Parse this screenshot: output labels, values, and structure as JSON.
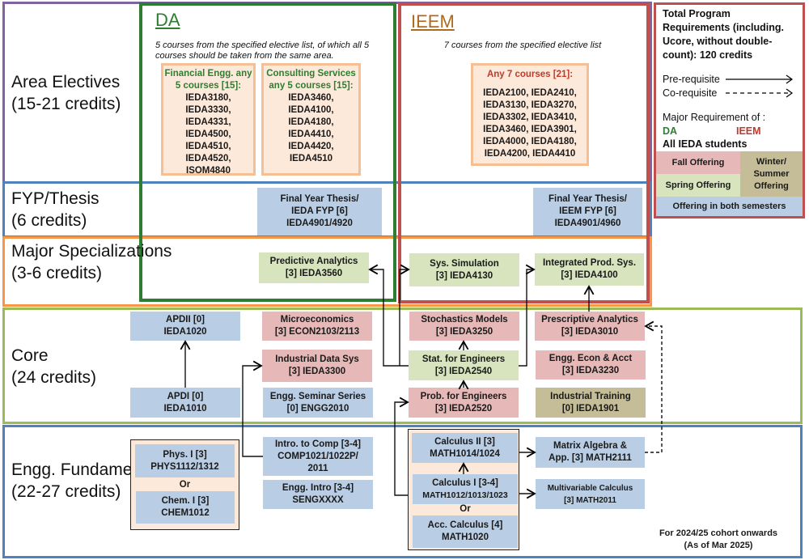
{
  "rows": [
    {
      "label": "Area Electives",
      "credits": "(15-21 credits)"
    },
    {
      "label": "FYP/Thesis",
      "credits": "(6 credits)"
    },
    {
      "label": "Major Specializations",
      "credits": "(3-6 credits)"
    },
    {
      "label": "Core",
      "credits": "(24 credits)"
    },
    {
      "label": "Engg. Fundamentals",
      "credits": "(22-27 credits)"
    }
  ],
  "da": {
    "title": "DA",
    "note": "5 courses from the specified elective list, of which all 5 courses should be taken from the same area.",
    "areas": [
      {
        "head": "Financial Engg. any 5 courses [15]:",
        "courses": "IEDA3180, IEDA3330, IEDA4331, IEDA4500, IEDA4510, IEDA4520, ISOM4840"
      },
      {
        "head": "Consulting Services any 5 courses [15]:",
        "courses": "IEDA3460, IEDA4100, IEDA4180, IEDA4410, IEDA4420, IEDA4510"
      }
    ],
    "fyp": [
      "Final Year Thesis/",
      "IEDA FYP [6]",
      "IEDA4901/4920"
    ],
    "spec": [
      "Predictive Analytics",
      "[3] IEDA3560"
    ]
  },
  "ieem": {
    "title": "IEEM",
    "note": "7 courses from the specified elective list",
    "head": "Any 7 courses [21]:",
    "courses": [
      "IEDA2100, IEDA2410,",
      "IEDA3130, IEDA3270,",
      "IEDA3302, IEDA3410,",
      "IEDA3460, IEDA3901,",
      "IEDA4000, IEDA4180,",
      "IEDA4200, IEDA4410"
    ],
    "fyp": [
      "Final Year Thesis/",
      "IEEM FYP [6]",
      "IEDA4901/4960"
    ],
    "spec": [
      [
        "Sys. Simulation",
        "[3] IEDA4130"
      ],
      [
        "Integrated Prod. Sys.",
        "[3] IEDA4100"
      ]
    ]
  },
  "core": {
    "apdii": [
      "APDII [0]",
      "IEDA1020"
    ],
    "apdi": [
      "APDI [0]",
      "IEDA1010"
    ],
    "micro": [
      "Microeconomics",
      "[3] ECON2103/2113"
    ],
    "ids": [
      "Industrial Data Sys",
      "[3] IEDA3300"
    ],
    "sem": [
      "Engg. Seminar Series",
      "[0] ENGG2010"
    ],
    "stoch": [
      "Stochastics Models",
      "[3] IEDA3250"
    ],
    "stat": [
      "Stat. for Engineers",
      "[3] IEDA2540"
    ],
    "prob": [
      "Prob. for Engineers",
      "[3] IEDA2520"
    ],
    "presc": [
      "Prescriptive Analytics",
      "[3] IEDA3010"
    ],
    "econ": [
      "Engg. Econ & Acct",
      "[3] IEDA3230"
    ],
    "train": [
      "Industrial Training",
      "[0] IEDA1901"
    ]
  },
  "fund": {
    "phys": [
      "Phys. I [3]",
      "PHYS1112/1312"
    ],
    "or": "Or",
    "chem": [
      "Chem. I [3]",
      "CHEM1012"
    ],
    "comp": [
      "Intro. to Comp [3-4]",
      "COMP1021/1022P/",
      "2011"
    ],
    "eintro": [
      "Engg. Intro [3-4]",
      "SENGXXXX"
    ],
    "calc2": [
      "Calculus II [3]",
      "MATH1014/1024"
    ],
    "calc1": [
      "Calculus I [3-4]",
      "MATH1012/1013/1023"
    ],
    "acc": [
      "Acc. Calculus [4]",
      "MATH1020"
    ],
    "matrix": [
      "Matrix Algebra &",
      "App. [3] MATH2111"
    ],
    "multi": [
      "Multivariable Calculus",
      "[3] MATH2011"
    ]
  },
  "legend": {
    "total": "Total Program Requirements (including. Ucore, without double-count): 120 credits",
    "prereq": "Pre-requisite",
    "coreq": "Co-requisite",
    "major": "Major Requirement of :",
    "da": "DA",
    "ieem": "IEEM",
    "all": "All IEDA students",
    "fall": "Fall Offering",
    "spring": "Spring Offering",
    "winter": "Winter/ Summer Offering",
    "both": "Offering in both semesters"
  },
  "footer": [
    "For 2024/25 cohort onwards",
    "(As of Mar 2025)"
  ],
  "colors": {
    "fall": "#e6b9b8",
    "spring": "#d7e4bd",
    "winter": "#c4bd97",
    "both": "#b9cde5",
    "da": "#2e7d32",
    "ieem": "#c0392b"
  }
}
